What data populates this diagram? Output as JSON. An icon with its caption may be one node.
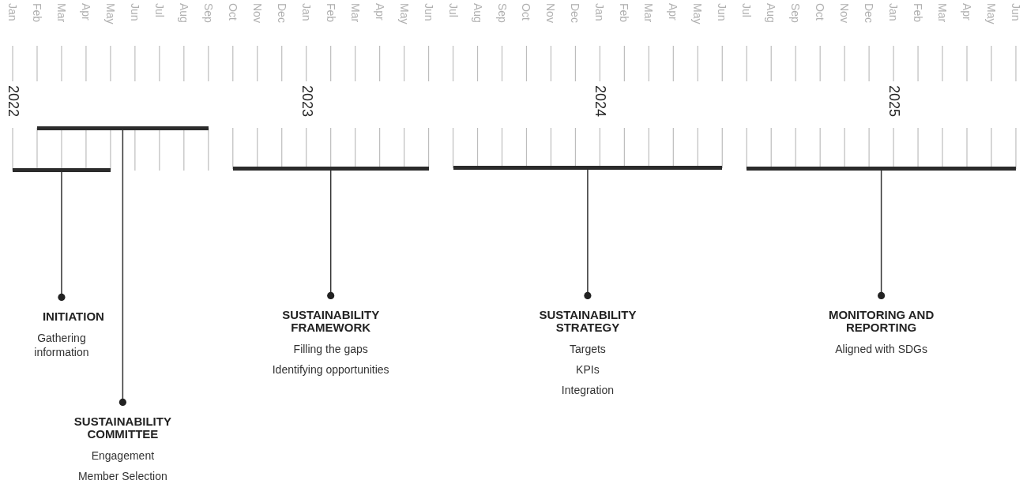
{
  "diagram": {
    "nodes": [
      {
        "text": [],
        "shape": "bar"
      },
      {
        "text": [],
        "shape": "bar"
      },
      {
        "text": [],
        "shape": "bar"
      },
      {
        "text": [],
        "shape": "bar"
      },
      {
        "text": [],
        "shape": "bar"
      },
      {
        "text": [
          "INITIATION",
          "Gathering information"
        ]
      },
      {
        "text": [
          "SUSTAINABILITY COMMITTEE",
          "Engagement",
          "Member Selection"
        ]
      },
      {
        "text": [
          "SUSTAINABILITY FRAMEWORK",
          "Filling the gaps",
          "Identifying opportunities"
        ]
      },
      {
        "text": [
          "SUSTAINABILITY STRATEGY",
          "Targets",
          "KPIs",
          "Integration"
        ]
      },
      {
        "text": [
          "MONITORING AND REPORTING",
          "Aligned with SDGs"
        ]
      }
    ],
    "edges": [
      {
        "from": 0,
        "to": 5,
        "arrow": "other"
      },
      {
        "from": 1,
        "to": 6,
        "arrow": "other"
      },
      {
        "from": 2,
        "to": 7,
        "arrow": "other"
      },
      {
        "from": 3,
        "to": 8,
        "arrow": "other"
      },
      {
        "from": 4,
        "to": 9,
        "arrow": "other"
      }
    ],
    "labels": [
      "Jan",
      "Feb",
      "Mar",
      "Apr",
      "May",
      "Jun",
      "Jul",
      "Aug",
      "Sep",
      "Oct",
      "Nov",
      "Dec",
      "Jan",
      "Feb",
      "Mar",
      "Apr",
      "May",
      "Jun",
      "Jul",
      "Aug",
      "Sep",
      "Oct",
      "Nov",
      "Dec",
      "Jan",
      "Feb",
      "Mar",
      "Apr",
      "May",
      "Jun",
      "Jul",
      "Aug",
      "Sep",
      "Oct",
      "Nov",
      "Dec",
      "Jan",
      "Feb",
      "Mar",
      "Apr",
      "May",
      "Jun",
      "2022",
      "2023",
      "2024",
      "2025"
    ]
  }
}
